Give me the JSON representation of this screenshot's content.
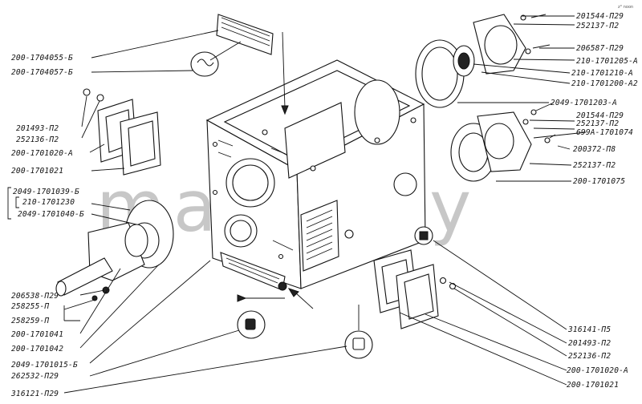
{
  "watermark": "mazik.by",
  "corner_mark": "z° noon",
  "labels": {
    "l_201544_129_top": "201544-П29",
    "l_252137_12_top": "252137-П2",
    "l_206587_129": "206587-П29",
    "l_210_1701205_a": "210-1701205-А",
    "l_210_1701210_a": "210-1701210-А",
    "l_210_1701200_a2": "210-1701200-А2",
    "l_2049_1701203_a": "2049-1701203-А",
    "l_201544_129_mid": "201544-П29",
    "l_252137_12_mid": "252137-П2",
    "l_699a_1701074": "699А-1701074",
    "l_200372_18": "200372-П8",
    "l_252137_12_low": "252137-П2",
    "l_200_1701075": "200-1701075",
    "l_200_1704055_b": "200-1704055-Б",
    "l_200_1704057_b": "200-1704057-Б",
    "l_201493_12_left": "201493-П2",
    "l_252136_12_left": "252136-П2",
    "l_200_1701020_a_left": "200-1701020-А",
    "l_200_1701021_left": "200-1701021",
    "l_2049_1701039_b": "2049-1701039-Б",
    "l_210_1701230": "210-1701230",
    "l_2049_1701040_b": "2049-1701040-Б",
    "l_206538_129": "206538-П29",
    "l_258255_1": "258255-П",
    "l_258259_1": "258259-П",
    "l_200_1701041": "200-1701041",
    "l_200_1701042": "200-1701042",
    "l_2049_1701015_b": "2049-1701015-Б",
    "l_262532_129": "262532-П29",
    "l_316121_129": "316121-П29",
    "l_316141_15": "316141-П5",
    "l_201493_12_right": "201493-П2",
    "l_252136_12_right": "252136-П2",
    "l_200_1701020_a_right": "200-1701020-А",
    "l_200_1701021_right": "200-1701021"
  }
}
